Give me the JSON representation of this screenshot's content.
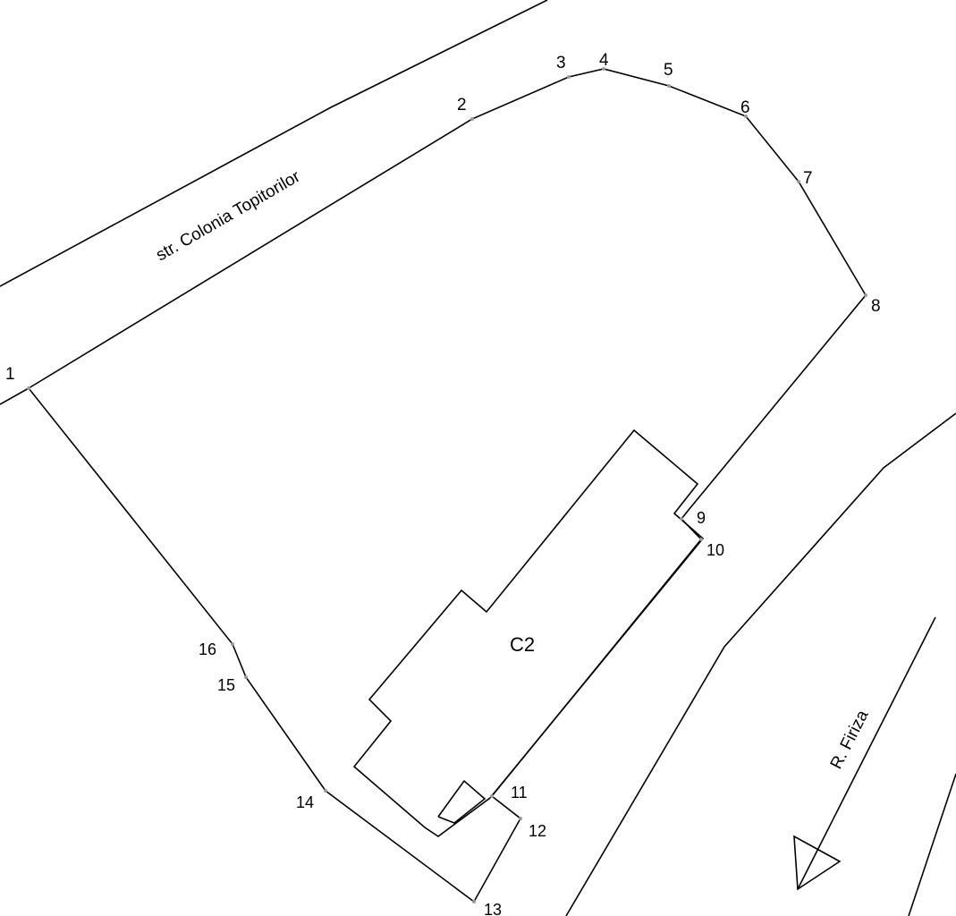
{
  "street": {
    "name": "str. Colonia Topitorilor"
  },
  "river": {
    "name": "R. Firiza"
  },
  "building": {
    "label": "C2"
  },
  "parcel_points": [
    {
      "id": "1",
      "label": "1"
    },
    {
      "id": "2",
      "label": "2"
    },
    {
      "id": "3",
      "label": "3"
    },
    {
      "id": "4",
      "label": "4"
    },
    {
      "id": "5",
      "label": "5"
    },
    {
      "id": "6",
      "label": "6"
    },
    {
      "id": "7",
      "label": "7"
    },
    {
      "id": "8",
      "label": "8"
    },
    {
      "id": "9",
      "label": "9"
    },
    {
      "id": "10",
      "label": "10"
    },
    {
      "id": "11",
      "label": "11"
    },
    {
      "id": "12",
      "label": "12"
    },
    {
      "id": "13",
      "label": "13"
    },
    {
      "id": "14",
      "label": "14"
    },
    {
      "id": "15",
      "label": "15"
    },
    {
      "id": "16",
      "label": "16"
    }
  ],
  "colors": {
    "line": "#000000",
    "background": "#ffffff",
    "vertex_marker": "#9a9a9a"
  }
}
